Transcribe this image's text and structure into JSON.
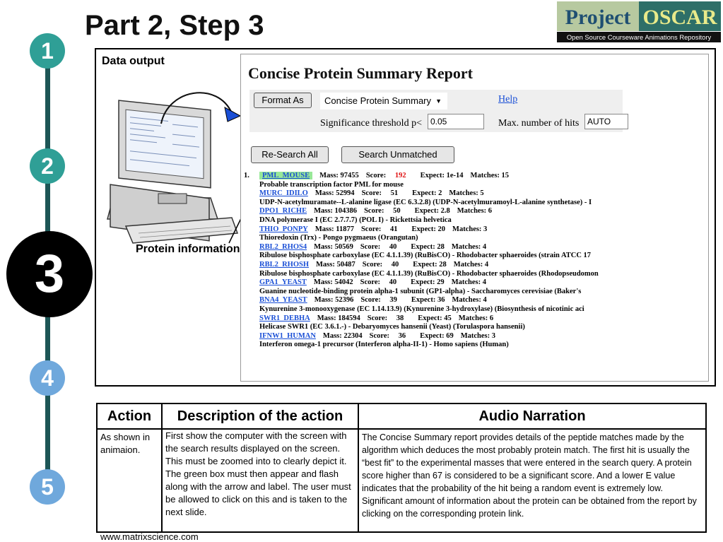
{
  "title": "Part 2, Step 3",
  "logo": {
    "main_left": "Project",
    "main_right": "OSCAR",
    "subtitle": "Open Source Courseware Animations Repository"
  },
  "steps": [
    "1",
    "2",
    "3",
    "4",
    "5"
  ],
  "labels": {
    "data_output": "Data output",
    "protein_information": "Protein information"
  },
  "report": {
    "title": "Concise Protein Summary Report",
    "format_button": "Format As",
    "format_select": "Concise Protein Summary",
    "help": "Help",
    "significance_label": "Significance threshold p<",
    "significance_value": "0.05",
    "max_hits_label": "Max. number of hits",
    "max_hits_value": "AUTO",
    "research_button": "Re-Search All",
    "unmatched_button": "Search Unmatched",
    "hit_number": "1.",
    "hits": [
      {
        "id": "PML_MOUSE",
        "mass": "Mass: 97455",
        "score_label": "Score:",
        "score": "192",
        "expect": "Expect: 1e-14",
        "matches": "Matches: 15",
        "desc": "Probable transcription factor PML for mouse"
      },
      {
        "id": "MURC_IDILO",
        "mass": "Mass: 52994",
        "score_label": "Score:",
        "score": "51",
        "expect": "Expect: 2",
        "matches": "Matches: 5",
        "desc": "UDP-N-acetylmuramate--L-alanine ligase (EC 6.3.2.8) (UDP-N-acetylmuramoyl-L-alanine synthetase) - I"
      },
      {
        "id": "DPO1_RICHE",
        "mass": "Mass: 104386",
        "score_label": "Score:",
        "score": "50",
        "expect": "Expect: 2.8",
        "matches": "Matches: 6",
        "desc": "DNA polymerase I (EC 2.7.7.7) (POL I) - Rickettsia helvetica"
      },
      {
        "id": "THIO_PONPY",
        "mass": "Mass: 11877",
        "score_label": "Score:",
        "score": "41",
        "expect": "Expect: 20",
        "matches": "Matches: 3",
        "desc": "Thioredoxin (Trx) - Pongo pygmaeus (Orangutan)"
      },
      {
        "id": "RBL2_RHOS4",
        "mass": "Mass: 50569",
        "score_label": "Score:",
        "score": "40",
        "expect": "Expect: 28",
        "matches": "Matches: 4",
        "desc": "Ribulose bisphosphate carboxylase (EC 4.1.1.39) (RuBisCO) - Rhodobacter sphaeroides (strain ATCC 17"
      },
      {
        "id": "RBL2_RHOSH",
        "mass": "Mass: 50487",
        "score_label": "Score:",
        "score": "40",
        "expect": "Expect: 28",
        "matches": "Matches: 4",
        "desc": "Ribulose bisphosphate carboxylase (EC 4.1.1.39) (RuBisCO) - Rhodobacter sphaeroides (Rhodopseudomon"
      },
      {
        "id": "GPA1_YEAST",
        "mass": "Mass: 54042",
        "score_label": "Score:",
        "score": "40",
        "expect": "Expect: 29",
        "matches": "Matches: 4",
        "desc": "Guanine nucleotide-binding protein alpha-1 subunit (GP1-alpha) - Saccharomyces cerevisiae (Baker's"
      },
      {
        "id": "BNA4_YEAST",
        "mass": "Mass: 52396",
        "score_label": "Score:",
        "score": "39",
        "expect": "Expect: 36",
        "matches": "Matches: 4",
        "desc": "Kynurenine 3-monooxygenase (EC 1.14.13.9) (Kynurenine 3-hydroxylase) (Biosynthesis of nicotinic aci"
      },
      {
        "id": "SWR1_DEBHA",
        "mass": "Mass: 184594",
        "score_label": "Score:",
        "score": "38",
        "expect": "Expect: 45",
        "matches": "Matches: 6",
        "desc": "Helicase SWR1 (EC 3.6.1.-) - Debaryomyces hansenii (Yeast) (Torulaspora hansenii)"
      },
      {
        "id": "IFNW1_HUMAN",
        "mass": "Mass: 22304",
        "score_label": "Score:",
        "score": "36",
        "expect": "Expect: 69",
        "matches": "Matches: 3",
        "desc": "Interferon omega-1 precursor (Interferon alpha-II-1) - Homo sapiens (Human)"
      }
    ]
  },
  "table": {
    "headers": {
      "action": "Action",
      "description": "Description of the action",
      "audio": "Audio Narration"
    },
    "action_text": "As shown in animaion.",
    "description_text": "First show the computer with the screen with the search results displayed on the screen. This must be zoomed into to clearly depict it. The green box must then appear and flash along with the arrow and label. The user must be allowed to click on this and is taken to the next slide.",
    "audio_text": "The Concise Summary report provides details of the peptide matches made by the algorithm which deduces the most probably protein match. The first hit is usually the “best fit” to the experimental masses that were entered in the search query. A protein score higher than 67 is considered to be a significant score. And a lower E value indicates that the probability of the hit being a random event is extremely low. Significant amount of information about the protein can be obtained from the report by clicking on the corresponding protein link."
  },
  "footer": "www.matrixscience.com",
  "colors": {
    "step_active": "#000000",
    "step_done": "#2f9f96",
    "step_todo": "#6fa8dc",
    "link": "#1a4fd6",
    "highlight": "#98e898",
    "score_red": "#e01010"
  }
}
